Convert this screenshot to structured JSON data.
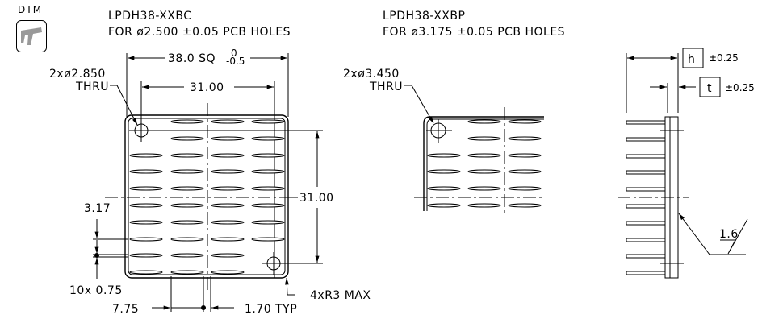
{
  "toolbar": {
    "dim_label": "DIM",
    "dim_icon": "caliper-icon"
  },
  "views": {
    "left": {
      "part_number": "LPDH38-XXBC",
      "pcb_note": "FOR ø2.500 ±0.05 PCB HOLES",
      "overall_dim": "38.0 SQ",
      "overall_tol_upper": "0",
      "overall_tol_lower": "-0.5",
      "hole_callout_line1": "2xø2.850",
      "hole_callout_line2": "THRU",
      "hole_spacing_h": "31.00",
      "hole_spacing_v": "31.00",
      "fin_pitch": "3.17",
      "fin_thickness": "10x 0.75",
      "offset_dim": "7.75",
      "gap_dim": "1.70 TYP",
      "corner_radius": "4xR3 MAX"
    },
    "middle": {
      "part_number": "LPDH38-XXBP",
      "pcb_note": "FOR ø3.175 ±0.05 PCB HOLES",
      "hole_callout_line1": "2xø3.450",
      "hole_callout_line2": "THRU"
    },
    "side": {
      "height_symbol": "h",
      "height_tol": "±0.25",
      "thickness_symbol": "t",
      "thickness_tol": "±0.25",
      "surface_finish": "1.6"
    }
  }
}
